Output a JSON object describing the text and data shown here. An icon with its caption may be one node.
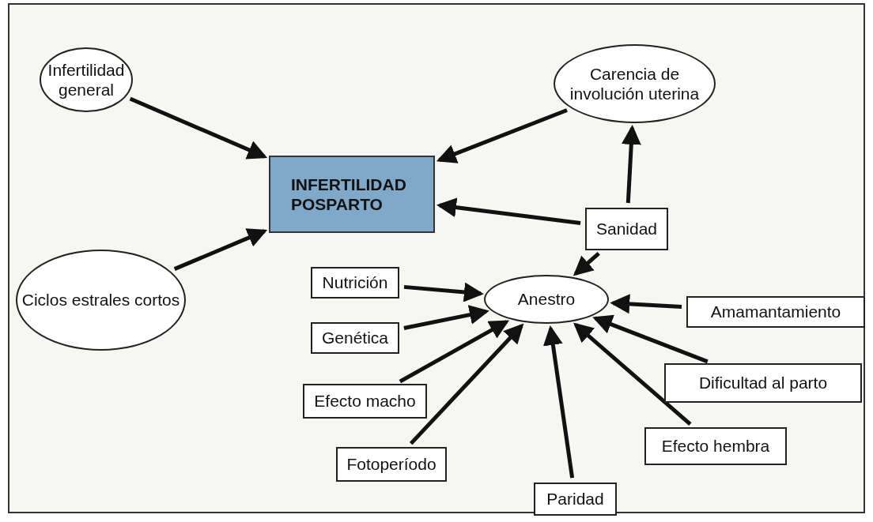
{
  "diagram": {
    "nodes": [
      {
        "text": [
          "Infertilidad general"
        ]
      },
      {
        "text": [
          "Carencia de involución uterina"
        ]
      },
      {
        "text": [
          "INFERTILIDAD POSPARTO"
        ]
      },
      {
        "text": [
          "Sanidad"
        ]
      },
      {
        "text": [
          "Nutrición"
        ]
      },
      {
        "text": [
          "Anestro"
        ]
      },
      {
        "text": [
          "Ciclos estrales cortos"
        ]
      },
      {
        "text": [
          "Amamantamiento"
        ]
      },
      {
        "text": [
          "Genética"
        ]
      },
      {
        "text": [
          "Dificultad al parto"
        ]
      },
      {
        "text": [
          "Efecto macho"
        ]
      },
      {
        "text": [
          "Efecto hembra"
        ]
      },
      {
        "text": [
          "Fotoperíodo"
        ]
      },
      {
        "text": [
          "Paridad"
        ]
      }
    ],
    "edges": [
      {
        "from": 0,
        "to": 2,
        "arrow": "to"
      },
      {
        "from": 1,
        "to": 2,
        "arrow": "to"
      },
      {
        "from": 3,
        "to": 2,
        "arrow": "to"
      },
      {
        "from": 6,
        "to": 2,
        "arrow": "to"
      },
      {
        "from": 3,
        "to": 1,
        "arrow": "to"
      },
      {
        "from": 3,
        "to": 5,
        "arrow": "to"
      },
      {
        "from": 4,
        "to": 5,
        "arrow": "to"
      },
      {
        "from": 8,
        "to": 5,
        "arrow": "to"
      },
      {
        "from": 10,
        "to": 5,
        "arrow": "to"
      },
      {
        "from": 12,
        "to": 5,
        "arrow": "to"
      },
      {
        "from": 13,
        "to": 5,
        "arrow": "to"
      },
      {
        "from": 11,
        "to": 5,
        "arrow": "to"
      },
      {
        "from": 9,
        "to": 5,
        "arrow": "to"
      },
      {
        "from": 7,
        "to": 5,
        "arrow": "to"
      }
    ]
  }
}
